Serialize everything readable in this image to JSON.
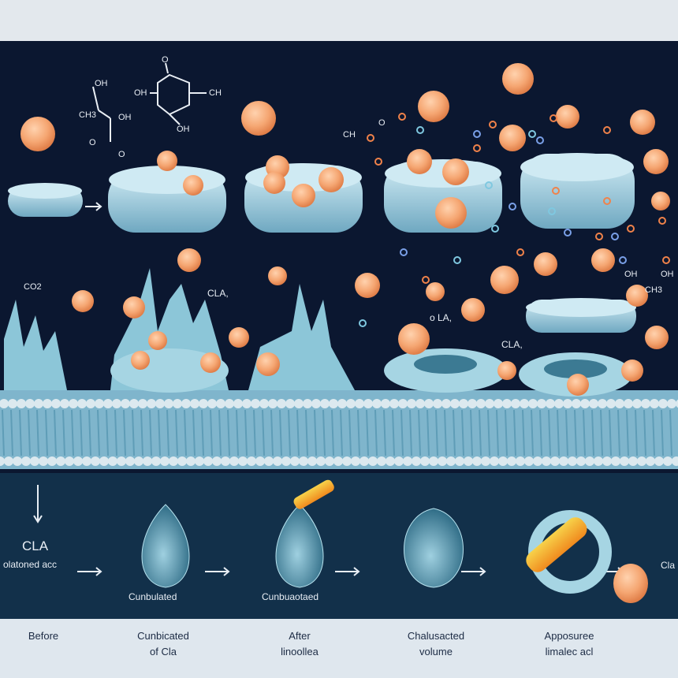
{
  "chemistry_labels": {
    "top_left": [
      "CH3",
      "OH",
      "OH",
      "O",
      "O"
    ],
    "ring": [
      "OH",
      "CH",
      "OH",
      "O"
    ],
    "middle": [
      "CH",
      "O"
    ],
    "left_mid": "CO2",
    "right_mid": [
      "OH",
      "OH",
      "CH3"
    ]
  },
  "molecule_tags": [
    "CLA,",
    "o LA,",
    "CLA,"
  ],
  "lower_panel": {
    "start_label": "CLA",
    "start_sublabel": "olatoned acc",
    "stage_labels": [
      "Cunbulated",
      "Cunbuaotaed"
    ],
    "end_label": "Cla"
  },
  "captions": [
    {
      "line1": "Before",
      "line2": ""
    },
    {
      "line1": "Cunbicated",
      "line2": "of Cla"
    },
    {
      "line1": "After",
      "line2": "linoollea"
    },
    {
      "line1": "Chalusacted",
      "line2": "volume"
    },
    {
      "line1": "Apposuree",
      "line2": "limalec acl"
    }
  ],
  "colors": {
    "navy": "#0b1730",
    "lower_navy": "#12304a",
    "membrane": "#9fcfe0",
    "fat_cell": "#f5a672",
    "caption_bg": "#dfe7ee"
  }
}
